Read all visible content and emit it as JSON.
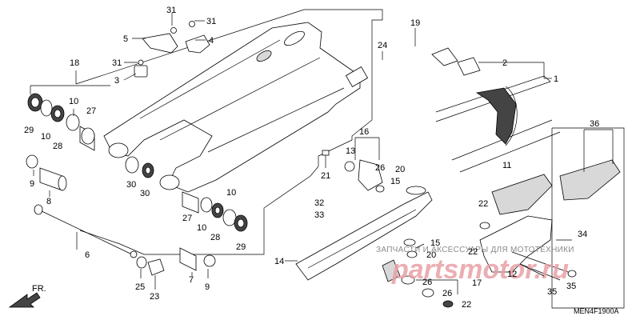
{
  "diagram": {
    "callouts": {
      "c31a": "31",
      "c31b": "31",
      "c31c": "31",
      "c5": "5",
      "c4": "4",
      "c3": "3",
      "c18": "18",
      "c29a": "29",
      "c10a": "10",
      "c28a": "28",
      "c10b": "10",
      "c27a": "27",
      "c9a": "9",
      "c8": "8",
      "c6": "6",
      "c30a": "30",
      "c30b": "30",
      "c27b": "27",
      "c10c": "10",
      "c10d": "10",
      "c28b": "28",
      "c29b": "29",
      "c7": "7",
      "c9b": "9",
      "c25": "25",
      "c23": "23",
      "c19": "19",
      "c24": "24",
      "c2": "2",
      "c1": "1",
      "c16": "16",
      "c13": "13",
      "c26a": "26",
      "c21": "21",
      "c20a": "20",
      "c15a": "15",
      "c32": "32",
      "c33": "33",
      "c14": "14",
      "c15b": "15",
      "c20b": "20",
      "c17": "17",
      "c26b": "26",
      "c26c": "26",
      "c22a": "22",
      "c11": "11",
      "c36": "36",
      "c22b": "22",
      "c22c": "22",
      "c12": "12",
      "c34": "34",
      "c35a": "35",
      "c35b": "35"
    },
    "code": "MEN4F1900A",
    "front_label": "FR.",
    "watermark": {
      "text": "ЗАПЧАСТИ И АКСЕССУАРЫ ДЛЯ МОТОТЕХНИКИ",
      "logo": "partsmotor.ru"
    }
  }
}
